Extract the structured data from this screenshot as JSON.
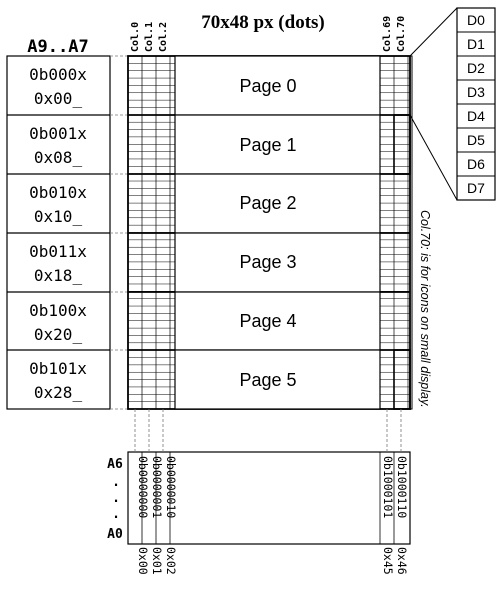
{
  "title": "70x48 px (dots)",
  "address_header": "A9..A7",
  "pages": [
    {
      "label": "Page 0",
      "bits": "0b000x",
      "hex": "0x00_"
    },
    {
      "label": "Page 1",
      "bits": "0b001x",
      "hex": "0x08_"
    },
    {
      "label": "Page 2",
      "bits": "0b010x",
      "hex": "0x10_"
    },
    {
      "label": "Page 3",
      "bits": "0b011x",
      "hex": "0x18_"
    },
    {
      "label": "Page 4",
      "bits": "0b100x",
      "hex": "0x20_"
    },
    {
      "label": "Page 5",
      "bits": "0b101x",
      "hex": "0x28_"
    }
  ],
  "column_labels_top": [
    "Col.0",
    "Col.1",
    "Col.2",
    "Col.69",
    "Col.70"
  ],
  "data_bits": [
    "D0",
    "D1",
    "D2",
    "D3",
    "D4",
    "D5",
    "D6",
    "D7"
  ],
  "side_note": "Col.70: is for icons on small display.",
  "address_lines": {
    "top": "A6",
    "dots": ".",
    "bottom": "A0"
  },
  "column_addresses": [
    {
      "bin": "0b0000000",
      "hex": "0x00"
    },
    {
      "bin": "0b0000001",
      "hex": "0x01"
    },
    {
      "bin": "0b0000010",
      "hex": "0x02"
    },
    {
      "bin": "0b1000101",
      "hex": "0x45"
    },
    {
      "bin": "0b1000110",
      "hex": "0x46"
    }
  ]
}
